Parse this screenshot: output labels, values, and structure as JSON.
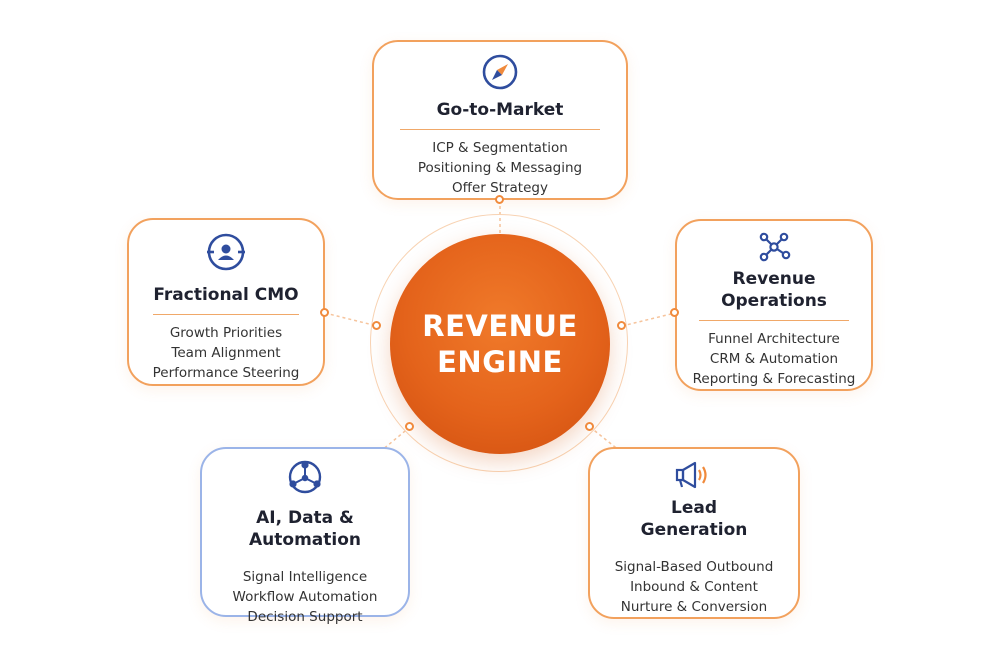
{
  "engine": {
    "line1": "REVENUE",
    "line2": "ENGINE"
  },
  "colors": {
    "accent": "#f08a3c",
    "engine": "#e4631b",
    "icon_blue": "#2f4d9e"
  },
  "cards": {
    "gtm": {
      "icon": "compass-icon",
      "title": "Go-to-Market",
      "items": [
        "ICP & Segmentation",
        "Positioning & Messaging",
        "Offer Strategy"
      ]
    },
    "cmo": {
      "icon": "target-user-icon",
      "title": "Fractional CMO",
      "items": [
        "Growth Priorities",
        "Team Alignment",
        "Performance Steering"
      ]
    },
    "revops": {
      "icon": "network-nodes-icon",
      "title_line1": "Revenue",
      "title_line2": "Operations",
      "items": [
        "Funnel Architecture",
        "CRM & Automation",
        "Reporting & Forecasting"
      ]
    },
    "ai": {
      "icon": "people-network-icon",
      "title": "AI, Data & Automation",
      "items": [
        "Signal Intelligence",
        "Workflow Automation",
        "Decision Support"
      ]
    },
    "lead": {
      "icon": "megaphone-icon",
      "title_line1": "Lead",
      "title_line2": "Generation",
      "items": [
        "Signal-Based Outbound",
        "Inbound & Content",
        "Nurture & Conversion"
      ]
    }
  }
}
